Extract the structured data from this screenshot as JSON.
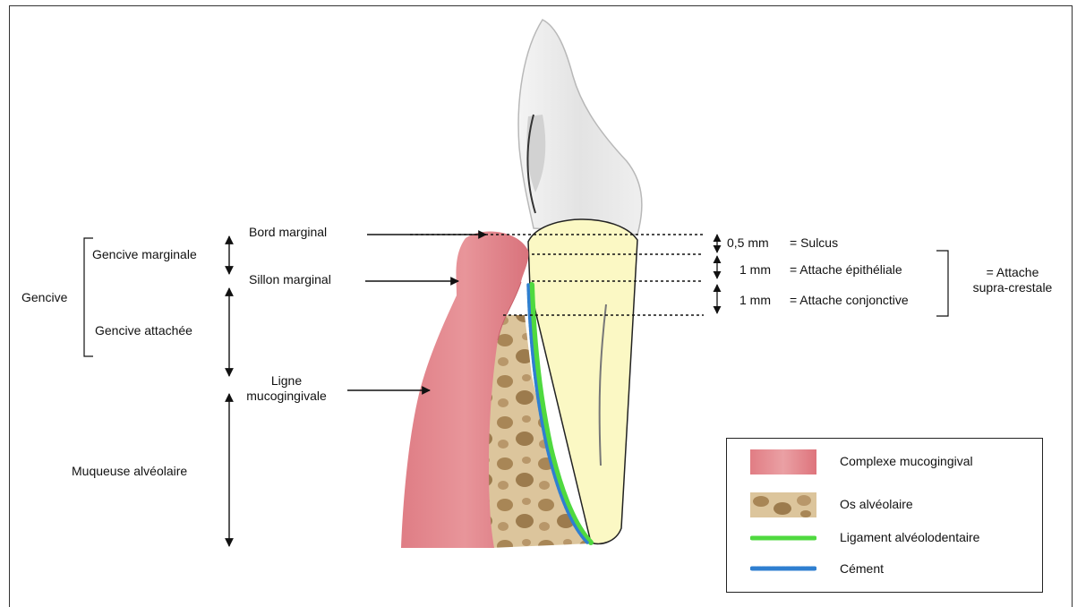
{
  "labels": {
    "gencive": "Gencive",
    "gencive_marginale": "Gencive marginale",
    "gencive_attachee": "Gencive attachée",
    "muqueuse_alveolaire": "Muqueuse alvéolaire",
    "bord_marginal": "Bord marginal",
    "sillon_marginal": "Sillon marginal",
    "ligne_mucogingivale_1": "Ligne",
    "ligne_mucogingivale_2": "mucogingivale",
    "mm_05": "0,5 mm",
    "mm_1a": "1 mm",
    "mm_1b": "1 mm",
    "sulcus": "= Sulcus",
    "attache_epitheliale": "= Attache épithéliale",
    "attache_conjonctive": "= Attache conjonctive",
    "attache_supra_1": "= Attache",
    "attache_supra_2": "supra-crestale"
  },
  "legend": {
    "items": [
      {
        "label": "Complexe mucogingival",
        "color": "#e17d84"
      },
      {
        "label": "Os alvéolaire",
        "color": "#c9a77a"
      },
      {
        "label": "Ligament alvéolodentaire",
        "color": "#4fd93f"
      },
      {
        "label": "Cément",
        "color": "#2f7fd0"
      }
    ]
  },
  "colors": {
    "gum": "#e48a90",
    "bone": "#d8bf94",
    "bone_pit": "#9c7b4d",
    "root": "#fbf8c4",
    "crown": "#e5e5e5",
    "ligament": "#4fd93f",
    "cement": "#2f7fd0"
  }
}
